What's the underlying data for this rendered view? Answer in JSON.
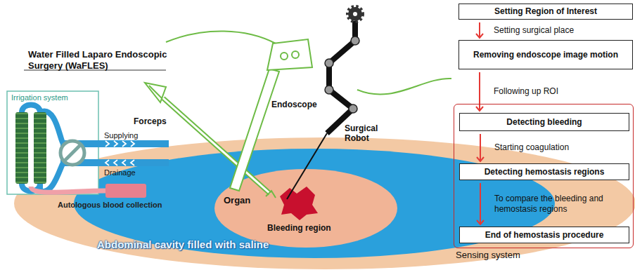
{
  "diagram": {
    "nodes": [
      {
        "text": [
          "Setting Region of Interest"
        ]
      },
      {
        "text": [
          "Removing endoscope image motion"
        ]
      },
      {
        "text": [
          "Sensing system"
        ]
      },
      {
        "text": [
          "Detecting bleeding"
        ],
        "in": 2
      },
      {
        "text": [
          "Detecting hemostasis regions"
        ],
        "in": 2
      },
      {
        "text": [
          "End of hemostasis procedure"
        ],
        "in": 2
      }
    ],
    "edges": [
      {
        "from": 0,
        "to": 1,
        "arrow": "to",
        "label": "Setting surgical place"
      },
      {
        "from": 1,
        "to": 3,
        "arrow": "to",
        "label": "Following up ROI"
      },
      {
        "from": 3,
        "to": 4,
        "arrow": "to",
        "label": "Starting coagulation"
      },
      {
        "from": 4,
        "to": 5,
        "arrow": "to",
        "label": "To compare the bleeding and hemostasis regions"
      }
    ],
    "labels": [
      "Water Filled Laparo Endoscopic Surgery (WaFLES)",
      "Irrigation system",
      "Supplying",
      "Drainage",
      "Autologous blood collection",
      "Forceps",
      "Endoscope",
      "Surgical Robot",
      "Organ",
      "Bleeding region",
      "Abdominal cavity filled with saline"
    ]
  }
}
